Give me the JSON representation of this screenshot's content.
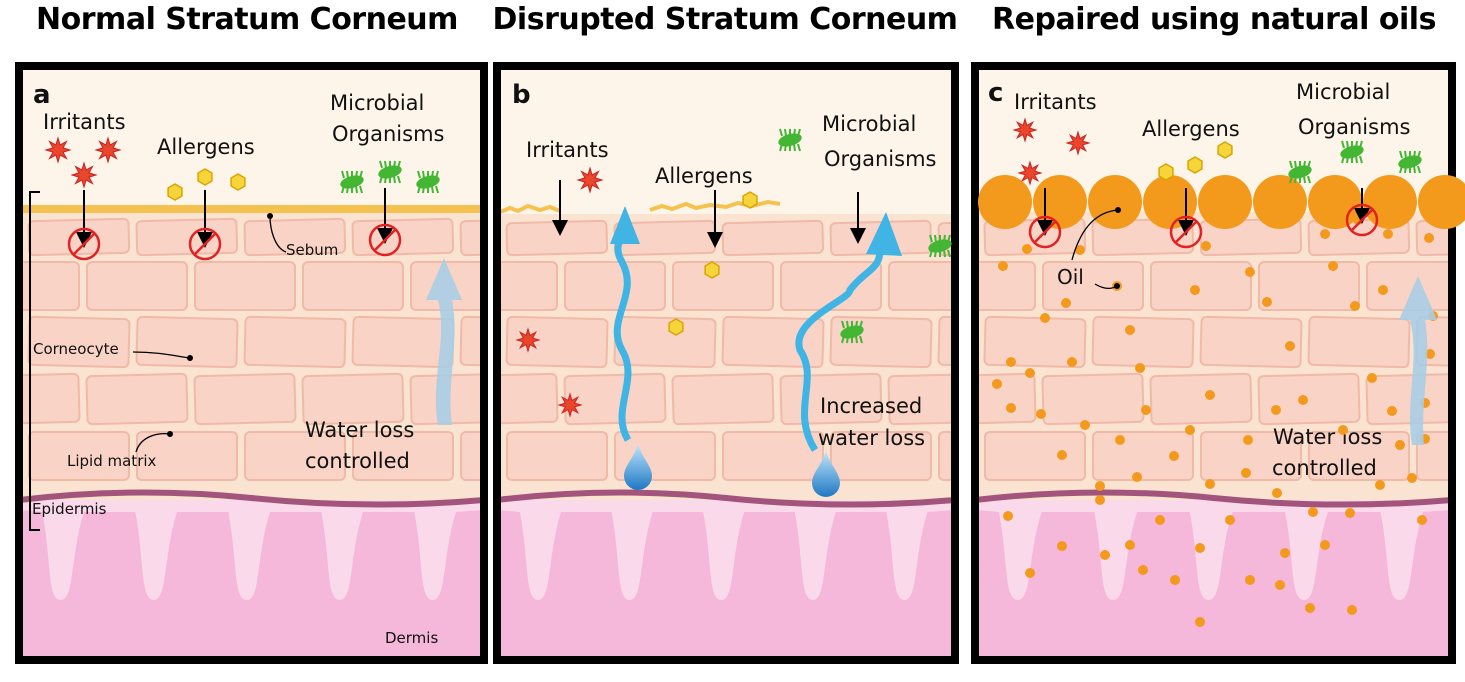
{
  "panels": [
    {
      "title": "Normal Stratum Corneum",
      "letter": "a",
      "labels": {
        "irritants": "Irritants",
        "allergens": "Allergens",
        "microbial_1": "Microbial",
        "microbial_2": "Organisms",
        "sebum": "Sebum",
        "corneocyte": "Corneocyte",
        "lipid_matrix": "Lipid matrix",
        "water_1": "Water loss",
        "water_2": "controlled",
        "epidermis": "Epidermis",
        "dermis": "Dermis"
      }
    },
    {
      "title": "Disrupted Stratum Corneum",
      "letter": "b",
      "labels": {
        "irritants": "Irritants",
        "allergens": "Allergens",
        "microbial_1": "Microbial",
        "microbial_2": "Organisms",
        "water_1": "Increased",
        "water_2": "water loss"
      }
    },
    {
      "title": "Repaired using natural oils",
      "letter": "c",
      "labels": {
        "irritants": "Irritants",
        "allergens": "Allergens",
        "microbial_1": "Microbial",
        "microbial_2": "Organisms",
        "oil": "Oil",
        "water_1": "Water loss",
        "water_2": "controlled"
      }
    }
  ],
  "colors": {
    "panel_border": "#000000",
    "background_top": "#fdf5ea",
    "stratum": "#fae3d1",
    "cell_fill": "#f9d3c6",
    "cell_stroke": "#f0b9a8",
    "sebum": "#f6c24f",
    "basement": "#a2547c",
    "dermis": "#f5b7da",
    "dermis_light": "#f9d9ea",
    "irritant": "#e8472c",
    "allergen": "#f6d53a",
    "microbe": "#43b634",
    "blocked": "#e22222",
    "water_arrow_soft": "#a9cde6",
    "water_arrow": "#3fb4e5",
    "oil_droplet": "#f39a1c"
  },
  "icons": [
    "irritant-star-icon",
    "allergen-hexagon-icon",
    "microbe-icon",
    "blocked-icon",
    "water-drop-icon",
    "arrow-icon"
  ]
}
